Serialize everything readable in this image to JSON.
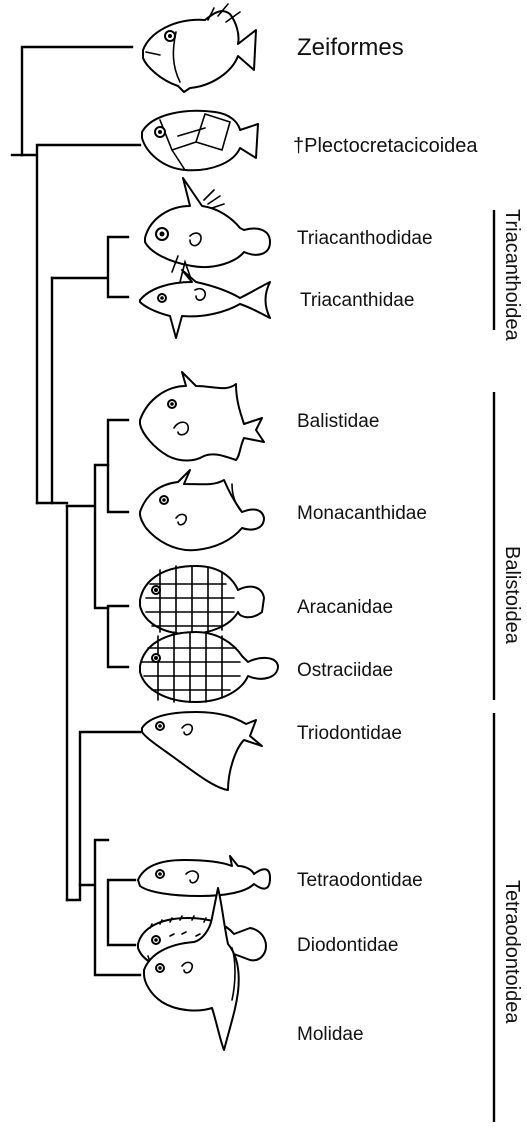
{
  "taxa": [
    {
      "label": "Zeiformes",
      "icon": "zeiform-fish-icon"
    },
    {
      "label": "†Plectocretacicoidea",
      "icon": "plectocretacicoid-fish-icon"
    },
    {
      "label": "Triacanthodidae",
      "icon": "triacanthodid-fish-icon"
    },
    {
      "label": "Triacanthidae",
      "icon": "triacanthid-fish-icon"
    },
    {
      "label": "Balistidae",
      "icon": "triggerfish-icon"
    },
    {
      "label": "Monacanthidae",
      "icon": "filefish-icon"
    },
    {
      "label": "Aracanidae",
      "icon": "deepwater-boxfish-icon"
    },
    {
      "label": "Ostraciidae",
      "icon": "boxfish-icon"
    },
    {
      "label": "Triodontidae",
      "icon": "three-toothed-puffer-icon"
    },
    {
      "label": "Tetraodontidae",
      "icon": "pufferfish-icon"
    },
    {
      "label": "Diodontidae",
      "icon": "porcupinefish-icon"
    },
    {
      "label": "Molidae",
      "icon": "sunfish-icon"
    }
  ],
  "groups": [
    {
      "label": "Triacanthoidea"
    },
    {
      "label": "Balistoidea"
    },
    {
      "label": "Tetraodontoidea"
    }
  ],
  "colors": {
    "line": "#000000",
    "background": "#ffffff"
  }
}
